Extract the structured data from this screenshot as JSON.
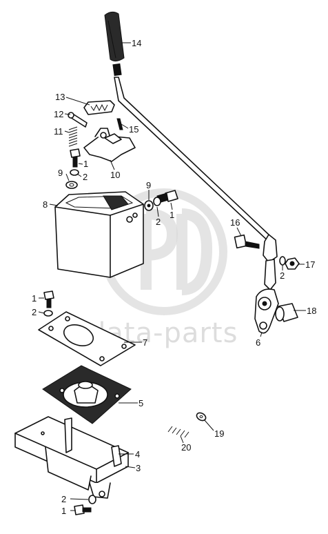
{
  "watermark": {
    "text": "data-parts",
    "logo_icon": "dp-logo-icon"
  },
  "callouts": [
    {
      "id": "c14a",
      "text": "14"
    },
    {
      "id": "c13",
      "text": "13"
    },
    {
      "id": "c12",
      "text": "12"
    },
    {
      "id": "c11",
      "text": "11"
    },
    {
      "id": "c15",
      "text": "15"
    },
    {
      "id": "c1a",
      "text": "1"
    },
    {
      "id": "c9a",
      "text": "9"
    },
    {
      "id": "c2a",
      "text": "2"
    },
    {
      "id": "c10",
      "text": "10"
    },
    {
      "id": "c9b",
      "text": "9"
    },
    {
      "id": "c2b",
      "text": "2"
    },
    {
      "id": "c1b",
      "text": "1"
    },
    {
      "id": "c8",
      "text": "8"
    },
    {
      "id": "c16",
      "text": "16"
    },
    {
      "id": "c17",
      "text": "17"
    },
    {
      "id": "c2c",
      "text": "2"
    },
    {
      "id": "c18",
      "text": "18"
    },
    {
      "id": "c6",
      "text": "6"
    },
    {
      "id": "c1c",
      "text": "1"
    },
    {
      "id": "c2d",
      "text": "2"
    },
    {
      "id": "c7",
      "text": "7"
    },
    {
      "id": "c5",
      "text": "5"
    },
    {
      "id": "c19",
      "text": "19"
    },
    {
      "id": "c20",
      "text": "20"
    },
    {
      "id": "c4",
      "text": "4"
    },
    {
      "id": "c3",
      "text": "3"
    },
    {
      "id": "c2e",
      "text": "2"
    },
    {
      "id": "c1d",
      "text": "1"
    }
  ]
}
